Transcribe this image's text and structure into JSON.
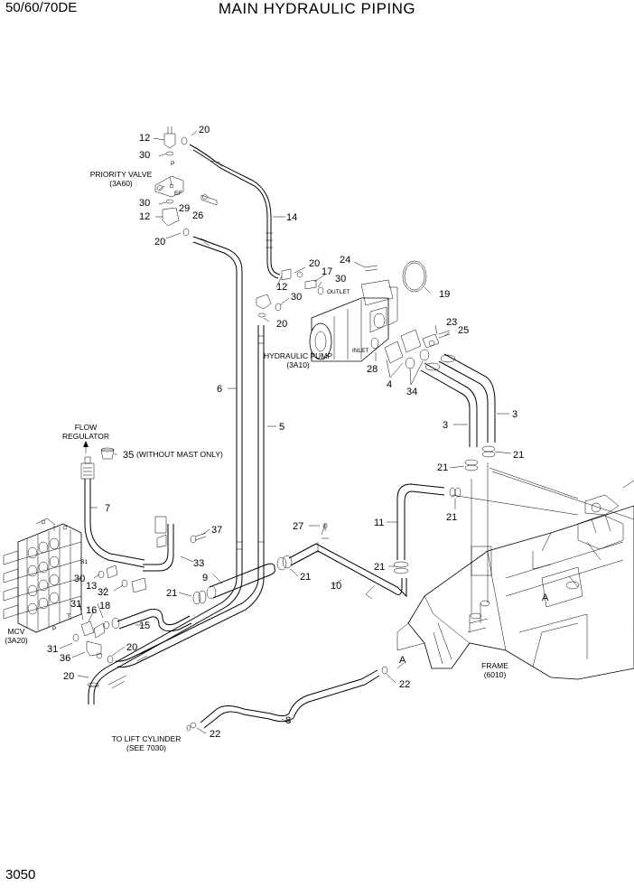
{
  "header": {
    "model": "50/60/70DE",
    "title": "MAIN HYDRAULIC PIPING"
  },
  "footer": {
    "page_number": "3050"
  },
  "labels": {
    "priority_valve": "PRIORITY VALVE",
    "priority_valve_ref": "(3A60)",
    "hydraulic_pump": "HYDRAULIC PUMP",
    "hydraulic_pump_ref": "(3A10)",
    "outlet": "OUTLET",
    "inlet": "INLET",
    "flow_regulator_1": "FLOW",
    "flow_regulator_2": "REGULATOR",
    "without_mast": "(WITHOUT MAST ONLY)",
    "mcv": "MCV",
    "mcv_ref": "(3A20)",
    "frame": "FRAME",
    "frame_ref": "(6010)",
    "lift_cyl_1": "TO LIFT CYLINDER",
    "lift_cyl_2": "(SEE 7030)",
    "detail_a1": "A",
    "detail_a2": "A",
    "port_p1": "P",
    "port_ef": "EF",
    "port_b1": "B1",
    "port_t": "T",
    "port_p2": "P"
  },
  "callouts": [
    "20",
    "12",
    "30",
    "30",
    "29",
    "26",
    "12",
    "20",
    "14",
    "24",
    "20",
    "17",
    "12",
    "30",
    "30",
    "20",
    "19",
    "23",
    "25",
    "28",
    "4",
    "34",
    "6",
    "5",
    "3",
    "3",
    "21",
    "21",
    "21",
    "35",
    "7",
    "37",
    "27",
    "11",
    "21",
    "33",
    "9",
    "21",
    "10",
    "21",
    "30",
    "13",
    "32",
    "31",
    "18",
    "16",
    "15",
    "31",
    "36",
    "20",
    "20",
    "22",
    "8",
    "22"
  ]
}
